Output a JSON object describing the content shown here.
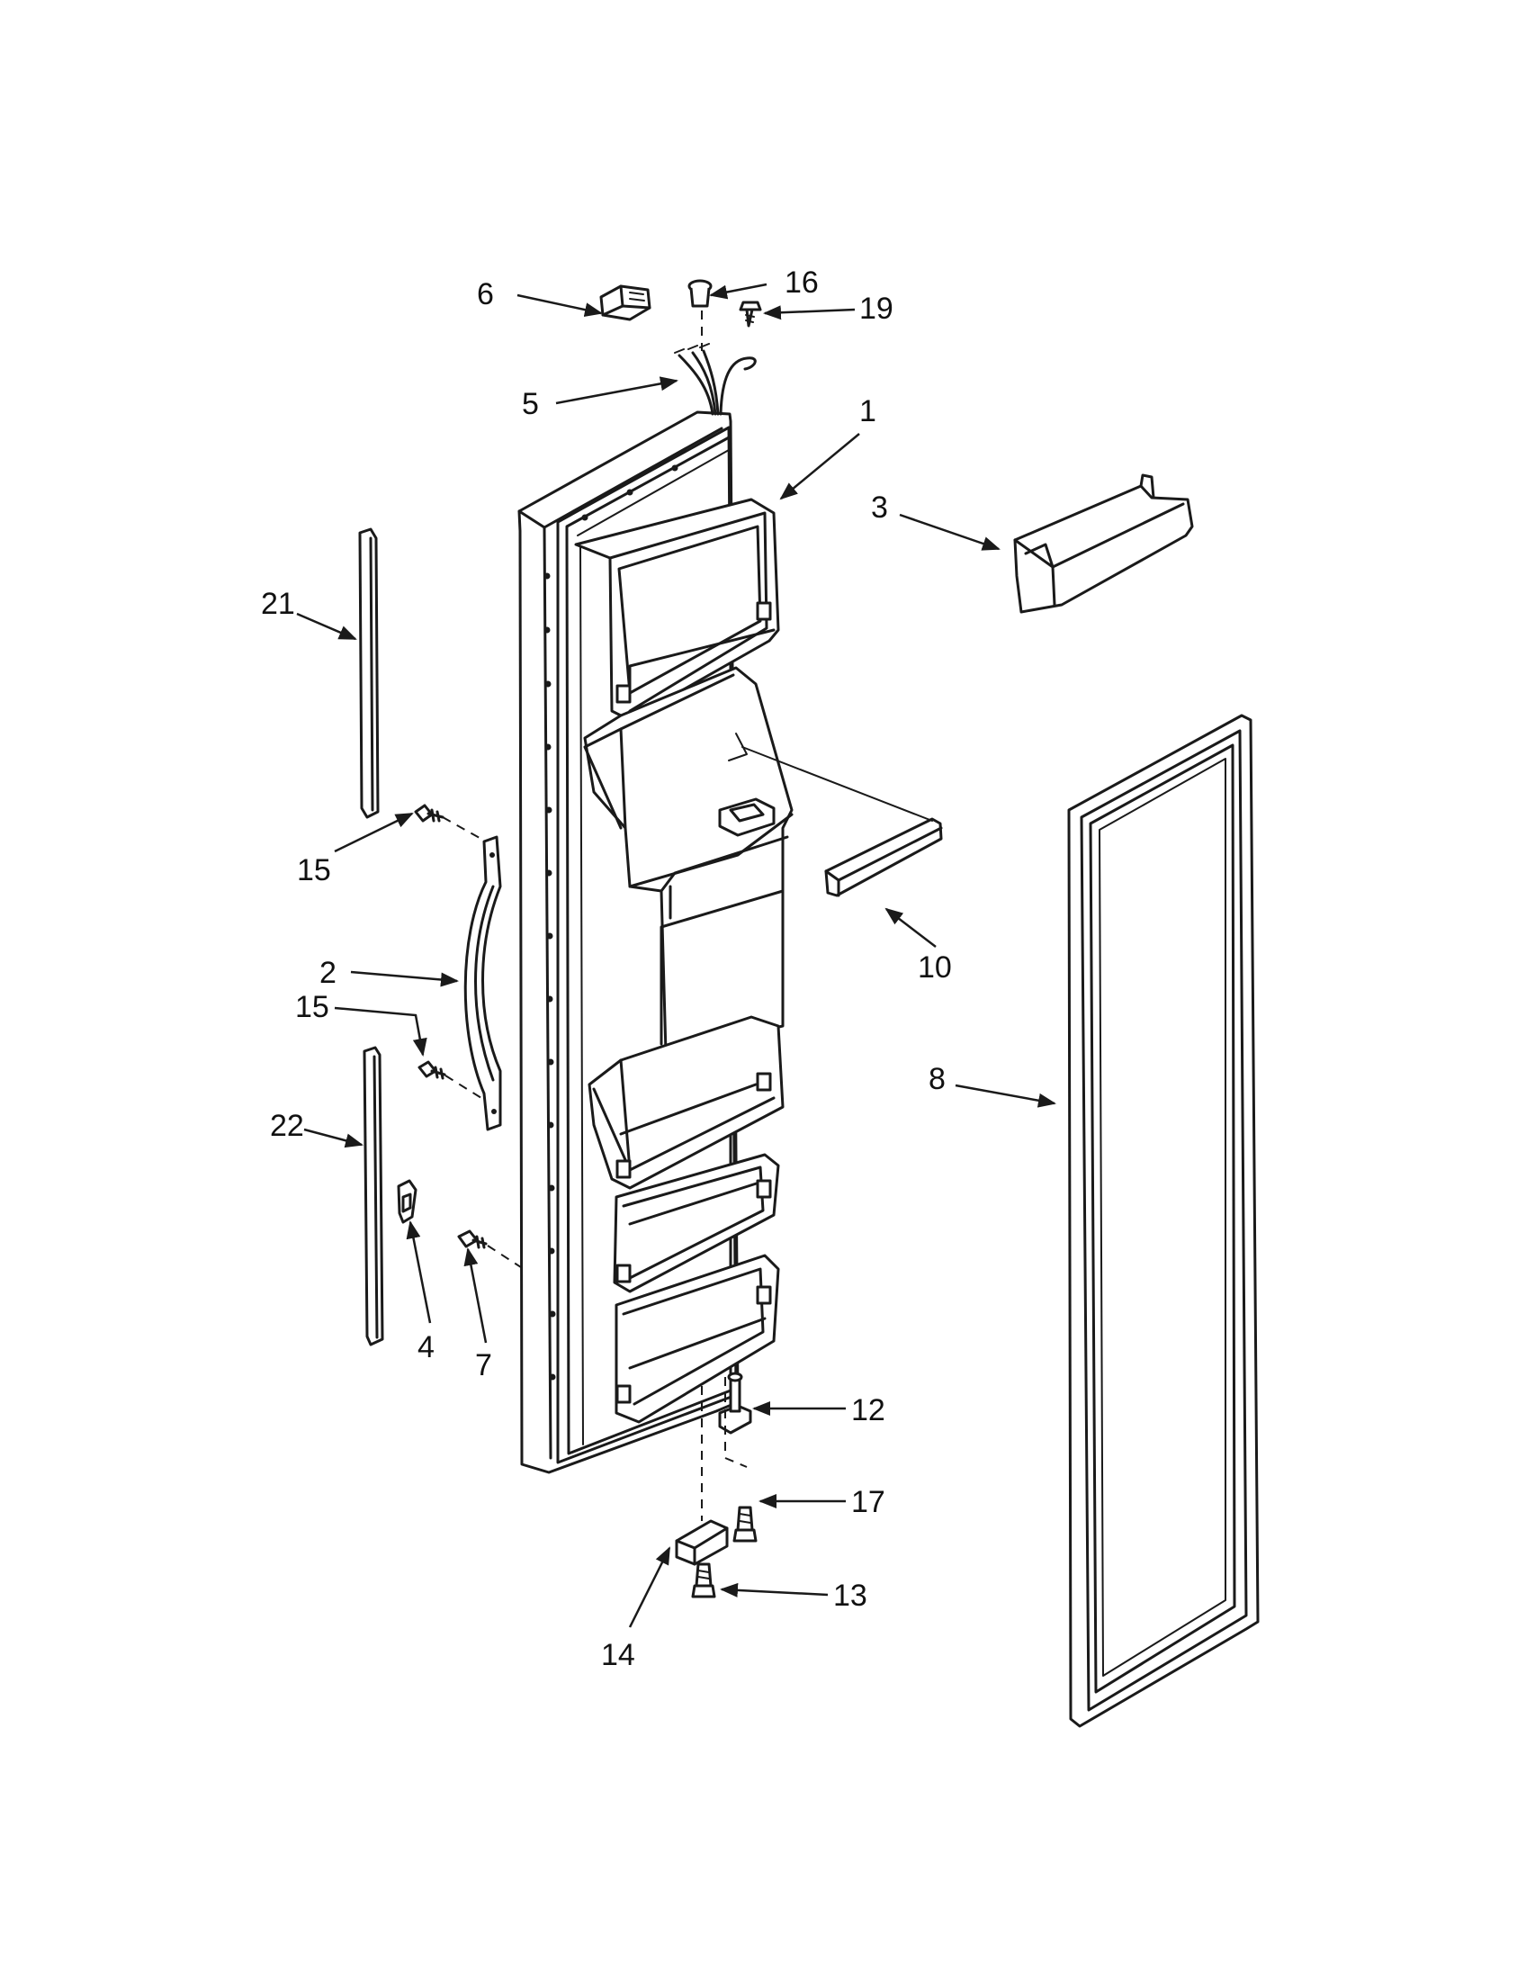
{
  "diagram": {
    "type": "exploded-parts-view",
    "callouts": [
      {
        "id": "callout-1",
        "label": "1"
      },
      {
        "id": "callout-2",
        "label": "2"
      },
      {
        "id": "callout-3",
        "label": "3"
      },
      {
        "id": "callout-4",
        "label": "4"
      },
      {
        "id": "callout-5",
        "label": "5"
      },
      {
        "id": "callout-6",
        "label": "6"
      },
      {
        "id": "callout-7",
        "label": "7"
      },
      {
        "id": "callout-8",
        "label": "8"
      },
      {
        "id": "callout-10",
        "label": "10"
      },
      {
        "id": "callout-12",
        "label": "12"
      },
      {
        "id": "callout-13",
        "label": "13"
      },
      {
        "id": "callout-14",
        "label": "14"
      },
      {
        "id": "callout-15a",
        "label": "15"
      },
      {
        "id": "callout-15b",
        "label": "15"
      },
      {
        "id": "callout-16",
        "label": "16"
      },
      {
        "id": "callout-17",
        "label": "17"
      },
      {
        "id": "callout-19",
        "label": "19"
      },
      {
        "id": "callout-21",
        "label": "21"
      },
      {
        "id": "callout-22",
        "label": "22"
      }
    ]
  }
}
